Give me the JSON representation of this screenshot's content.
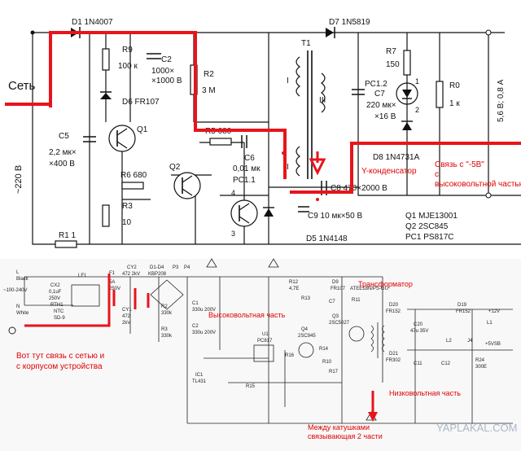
{
  "top": {
    "network_label": "Сеть",
    "voltage_in": "~220 В",
    "d1": "D1 1N4007",
    "d7": "D7 1N5819",
    "r9": "R9",
    "r9_val": "100 к",
    "c2": "C2",
    "c2_val1": "1000×",
    "c2_val2": "×1000 В",
    "r2": "R2",
    "r2_val": "3 М",
    "d6": "D6 FR107",
    "t1": "T1",
    "winding_i_top": "I",
    "winding_i_bot": "I",
    "winding_iii": "III",
    "pc12": "PC1.2",
    "c7": "C7",
    "c7_val1": "220 мк×",
    "c7_val2": "×16 В",
    "r7": "R7",
    "r7_val": "150",
    "r0": "R0",
    "r0_val": "1 к",
    "out_label": "5,6 В; 0,8 А",
    "c5": "C5",
    "c5_val1": "2,2 мк×",
    "c5_val2": "×400 В",
    "q1": "Q1",
    "r5": "R5 680",
    "c6": "C6",
    "c6_val": "0,01 мк",
    "pc11": "PC1.1",
    "q2": "Q2",
    "r6": "R6 680",
    "r3": "R3",
    "r3_val": "10",
    "r1": "R1 1",
    "d8": "D8 1N4731A",
    "y_cap": "Y-конденсатор",
    "c8": "C8 470×2000 В",
    "c9": "C9 10 мк×50 В",
    "d5": "D5 1N4148",
    "pin4": "4",
    "pin3": "3",
    "pin1": "1",
    "pin2": "2",
    "q1_part": "Q1 MJE13001",
    "q2_part": "Q2 2SC845",
    "pc1_part": "PC1 PS817C",
    "note_5v": "Связь с \"-5В\" с высоковольтной частью"
  },
  "bottom": {
    "l_label": "L",
    "l_sub": "Black",
    "range": "~100-240V",
    "n_label": "N",
    "n_sub": "White",
    "cx2": "CX2",
    "cx2_val": "0,1uF",
    "cx2_v": "250V",
    "lf1": "LF1",
    "rth1": "RTH1",
    "ntc": "NTC",
    "sd9": "SD-9",
    "f1": "F1",
    "f1_val1": "5A",
    "f1_val2": "250V",
    "cy2": "CY2",
    "cy2_val": "472 2kV",
    "cy1": "CY1",
    "cy1_val": "472",
    "cy1_v": "2kV",
    "bridge": "D1-D4",
    "bridge_part": "KBP208",
    "p3": "P3",
    "p4": "P4",
    "r2": "R2",
    "r2_val": "330k",
    "r3": "R3",
    "r3_val": "330k",
    "c1": "C1",
    "c1_val": "330u 200V",
    "c2": "C2",
    "c2_val": "330u 200V",
    "high_volt": "Высоковольтная часть",
    "transformer": "Трансформатор",
    "t1_part": "ATEE18N/PS-GU",
    "r12": "R12",
    "r12_val": "4,7E",
    "d9": "D9",
    "d9_part": "FR107",
    "r11": "R11",
    "r10": "R10",
    "r13": "R13",
    "c7b": "C7",
    "q3": "Q3",
    "q3_part": "2SC5027",
    "q4": "Q4",
    "q4_part": "2SC945",
    "u1": "U1",
    "u1_part": "PC817",
    "r14": "R14",
    "r15": "R15",
    "r16": "R16",
    "r17": "R17",
    "ic1": "IC1",
    "ic1_part": "TL431",
    "d20": "D20",
    "d19": "D19",
    "fr152": "FR152",
    "v12": "+12V",
    "c20": "C20",
    "c20_val": "47u 35V",
    "l2": "L2",
    "l1": "L1",
    "d21": "D21",
    "fr302": "FR302",
    "c11": "C11",
    "c12": "C12",
    "j4": "J4",
    "v5": "+5VSB",
    "r24": "R24",
    "r24_val": "300E",
    "low_volt": "Низковольтная часть",
    "note_left": "Вот тут связь с сетью и с корпусом устройства",
    "note_bottom": "Между катушками связывающая 2 части",
    "watermark": "YAPLAKAL.COM"
  }
}
